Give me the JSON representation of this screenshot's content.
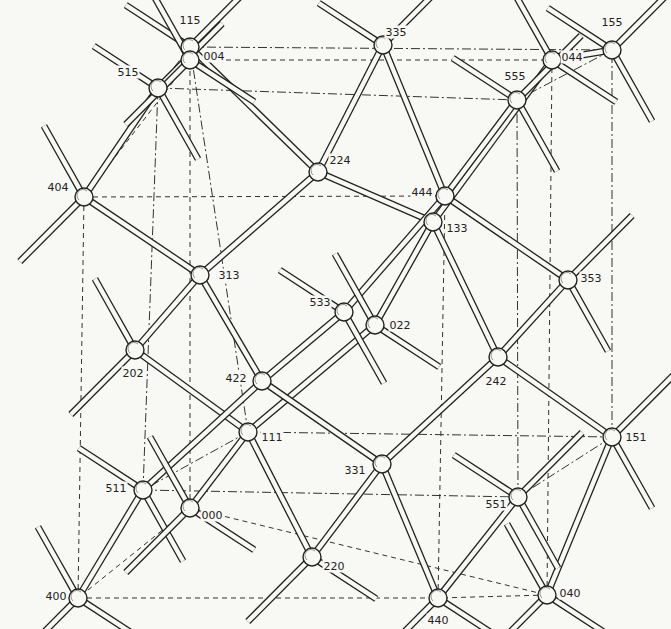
{
  "diagram": {
    "labels": [
      "115",
      "335",
      "155",
      "515",
      "004",
      "555",
      "044",
      "404",
      "224",
      "444",
      "133",
      "313",
      "353",
      "533",
      "022",
      "202",
      "422",
      "242",
      "111",
      "331",
      "151",
      "511",
      "000",
      "551",
      "040",
      "400",
      "220",
      "440"
    ]
  }
}
